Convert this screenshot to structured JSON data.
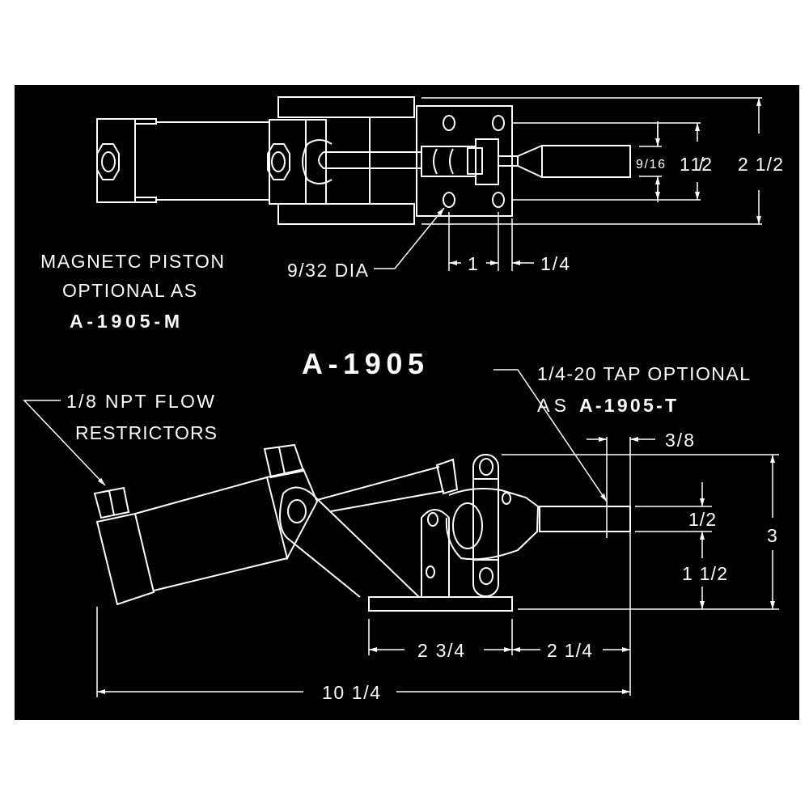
{
  "title": "A-1905",
  "notes": {
    "magnetic_line1": "MAGNETC PISTON",
    "magnetic_line2": "OPTIONAL AS",
    "magnetic_part": "A-1905-M",
    "tap_line1": "1/4-20 TAP OPTIONAL",
    "tap_as": "AS",
    "tap_part": "A-1905-T",
    "npt_line1": "1/8 NPT FLOW",
    "npt_line2": "RESTRICTORS",
    "hole_dia": "9/32 DIA"
  },
  "top_view_dims": {
    "rod_width": "9/16",
    "hole_spacing_v": "1 1/2",
    "overall_width": "2 1/2",
    "hole_spacing_h": "1",
    "hole_edge": "1/4"
  },
  "side_view_dims": {
    "tap_offset": "3/8",
    "plunger_dia": "1/2",
    "plunger_height": "1 1/2",
    "overall_height": "3",
    "base_length": "2 3/4",
    "reach": "2 1/4",
    "overall_length": "10 1/4"
  }
}
